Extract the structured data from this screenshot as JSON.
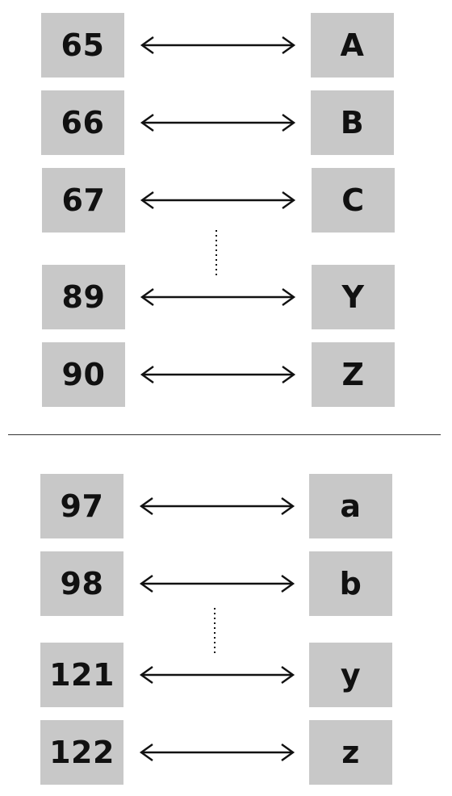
{
  "uppercase_section": {
    "rows": [
      {
        "code": "65",
        "char": "A"
      },
      {
        "code": "66",
        "char": "B"
      },
      {
        "code": "67",
        "char": "C"
      },
      {
        "code": "89",
        "char": "Y"
      },
      {
        "code": "90",
        "char": "Z"
      }
    ]
  },
  "lowercase_section": {
    "rows": [
      {
        "code": "97",
        "char": "a"
      },
      {
        "code": "98",
        "char": "b"
      },
      {
        "code": "121",
        "char": "y"
      },
      {
        "code": "122",
        "char": "z"
      }
    ]
  },
  "colors": {
    "box_fill": "#c8c8c8",
    "text": "#111111",
    "arrow": "#111111",
    "divider": "#333333"
  },
  "icons": {
    "arrow": "double-headed-arrow-icon",
    "ellipsis": "vertical-ellipsis-icon"
  }
}
